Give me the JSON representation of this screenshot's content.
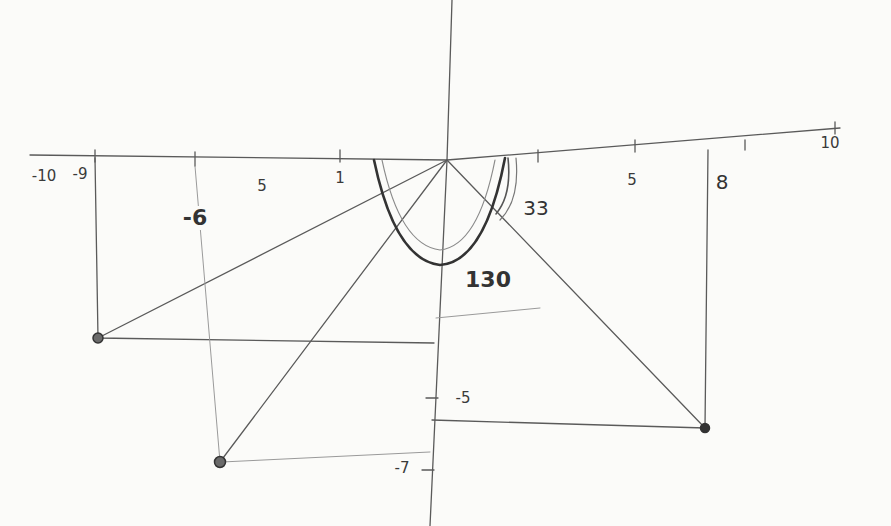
{
  "diagram": {
    "labels": [
      "-10",
      "-9",
      "-6",
      "5",
      "1",
      "5",
      "8",
      "10",
      "33",
      "130",
      "-5",
      "-7"
    ]
  }
}
